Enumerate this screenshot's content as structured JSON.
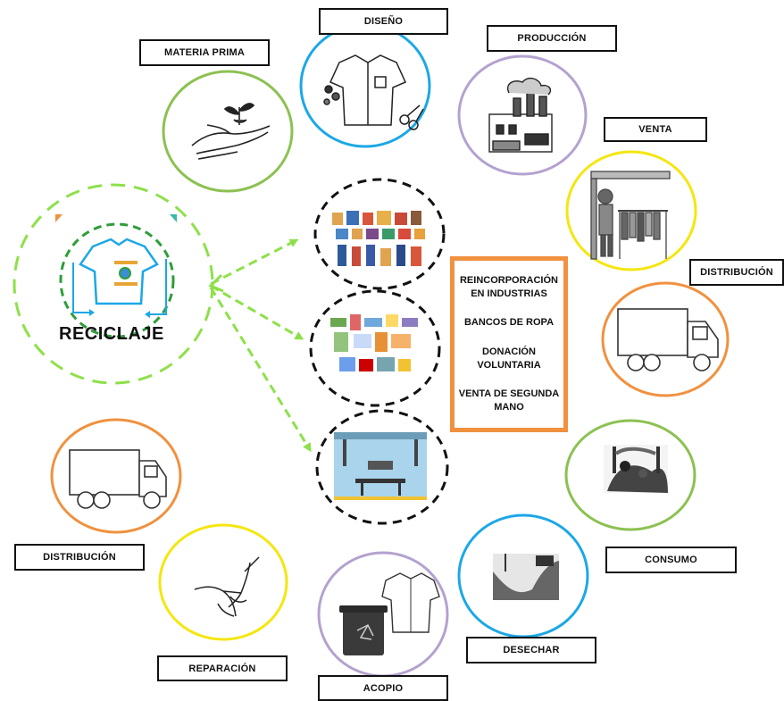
{
  "cycle_labels": {
    "materia_prima": "MATERIA PRIMA",
    "diseno": "DISEÑO",
    "produccion": "PRODUCCIÓN",
    "venta": "VENTA",
    "distribucion_right": "DISTRIBUCIÓN",
    "consumo": "CONSUMO",
    "desechar": "DESECHAR",
    "acopio": "ACOPIO",
    "reparacion": "REPARACIÓN",
    "distribucion_left": "DISTRIBUCIÓN"
  },
  "center": {
    "title": "RECICLAJE"
  },
  "actions": {
    "item1": "REINCORPORACIÓN EN INDUSTRIAS",
    "item2": "BANCOS DE ROPA",
    "item3": "DONACIÓN VOLUNTARIA",
    "item4": "VENTA DE SEGUNDA MANO"
  },
  "colors": {
    "green": "#8cc152",
    "blue": "#1ca7e6",
    "purple": "#b3a2cf",
    "yellow": "#f5e60e",
    "orange": "#f0913f",
    "dashed_green": "#8ee04a",
    "dark_green": "#2e9d3a",
    "dashed_black": "#111111"
  },
  "icons": [
    "hands-sprout-icon",
    "shirt-scissors-icon",
    "factory-icon",
    "clothing-store-icon",
    "truck-icon",
    "landfill-people-icon",
    "landfill-icon",
    "trash-bin-shirt-icon",
    "sewing-hands-icon",
    "tshirt-recycle-icon"
  ]
}
